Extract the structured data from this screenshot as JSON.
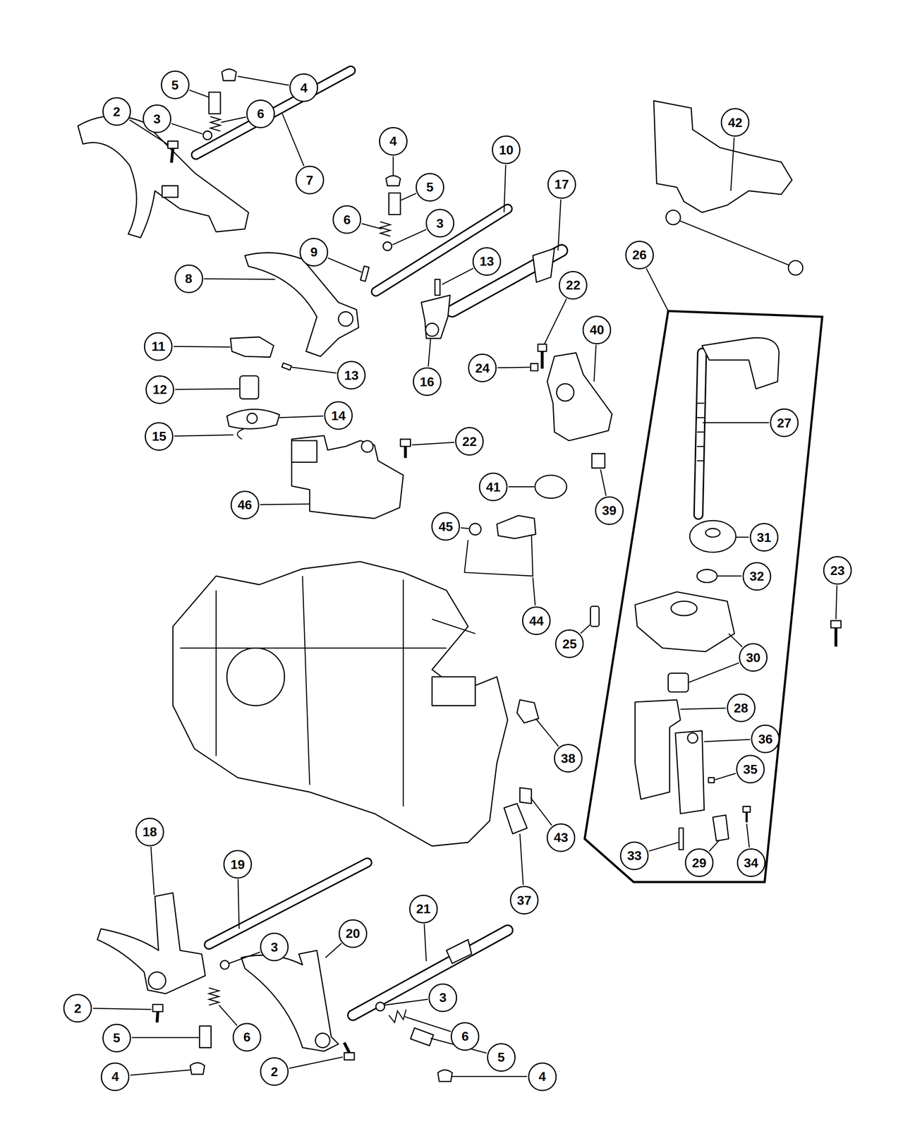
{
  "diagram": {
    "nodes": [
      {
        "text": [
          "4"
        ]
      },
      {
        "text": [
          "5"
        ]
      },
      {
        "text": [
          "2"
        ]
      },
      {
        "text": [
          "6"
        ]
      },
      {
        "text": [
          "3"
        ]
      },
      {
        "text": [
          "42"
        ]
      },
      {
        "text": [
          "4"
        ]
      },
      {
        "text": [
          "10"
        ]
      },
      {
        "text": [
          "7"
        ]
      },
      {
        "text": [
          "17"
        ]
      },
      {
        "text": [
          "5"
        ]
      },
      {
        "text": [
          "6"
        ]
      },
      {
        "text": [
          "3"
        ]
      },
      {
        "text": [
          "26"
        ]
      },
      {
        "text": [
          "9"
        ]
      },
      {
        "text": [
          "13"
        ]
      },
      {
        "text": [
          "8"
        ]
      },
      {
        "text": [
          "22"
        ]
      },
      {
        "text": [
          "40"
        ]
      },
      {
        "text": [
          "11"
        ]
      },
      {
        "text": [
          "24"
        ]
      },
      {
        "text": [
          "13"
        ]
      },
      {
        "text": [
          "16"
        ]
      },
      {
        "text": [
          "12"
        ]
      },
      {
        "text": [
          "14"
        ]
      },
      {
        "text": [
          "15"
        ]
      },
      {
        "text": [
          "22"
        ]
      },
      {
        "text": [
          "27"
        ]
      },
      {
        "text": [
          "41"
        ]
      },
      {
        "text": [
          "46"
        ]
      },
      {
        "text": [
          "39"
        ]
      },
      {
        "text": [
          "45"
        ]
      },
      {
        "text": [
          "31"
        ]
      },
      {
        "text": [
          "23"
        ]
      },
      {
        "text": [
          "32"
        ]
      },
      {
        "text": [
          "44"
        ]
      },
      {
        "text": [
          "25"
        ]
      },
      {
        "text": [
          "30"
        ]
      },
      {
        "text": [
          "28"
        ]
      },
      {
        "text": [
          "36"
        ]
      },
      {
        "text": [
          "38"
        ]
      },
      {
        "text": [
          "35"
        ]
      },
      {
        "text": [
          "18"
        ]
      },
      {
        "text": [
          "43"
        ]
      },
      {
        "text": [
          "33"
        ]
      },
      {
        "text": [
          "29"
        ]
      },
      {
        "text": [
          "34"
        ]
      },
      {
        "text": [
          "19"
        ]
      },
      {
        "text": [
          "37"
        ]
      },
      {
        "text": [
          "21"
        ]
      },
      {
        "text": [
          "20"
        ]
      },
      {
        "text": [
          "3"
        ]
      },
      {
        "text": [
          "3"
        ]
      },
      {
        "text": [
          "2"
        ]
      },
      {
        "text": [
          "6"
        ]
      },
      {
        "text": [
          "5"
        ]
      },
      {
        "text": [
          "6"
        ]
      },
      {
        "text": [
          "5"
        ]
      },
      {
        "text": [
          "4"
        ]
      },
      {
        "text": [
          "2"
        ]
      },
      {
        "text": [
          "4"
        ]
      }
    ]
  }
}
